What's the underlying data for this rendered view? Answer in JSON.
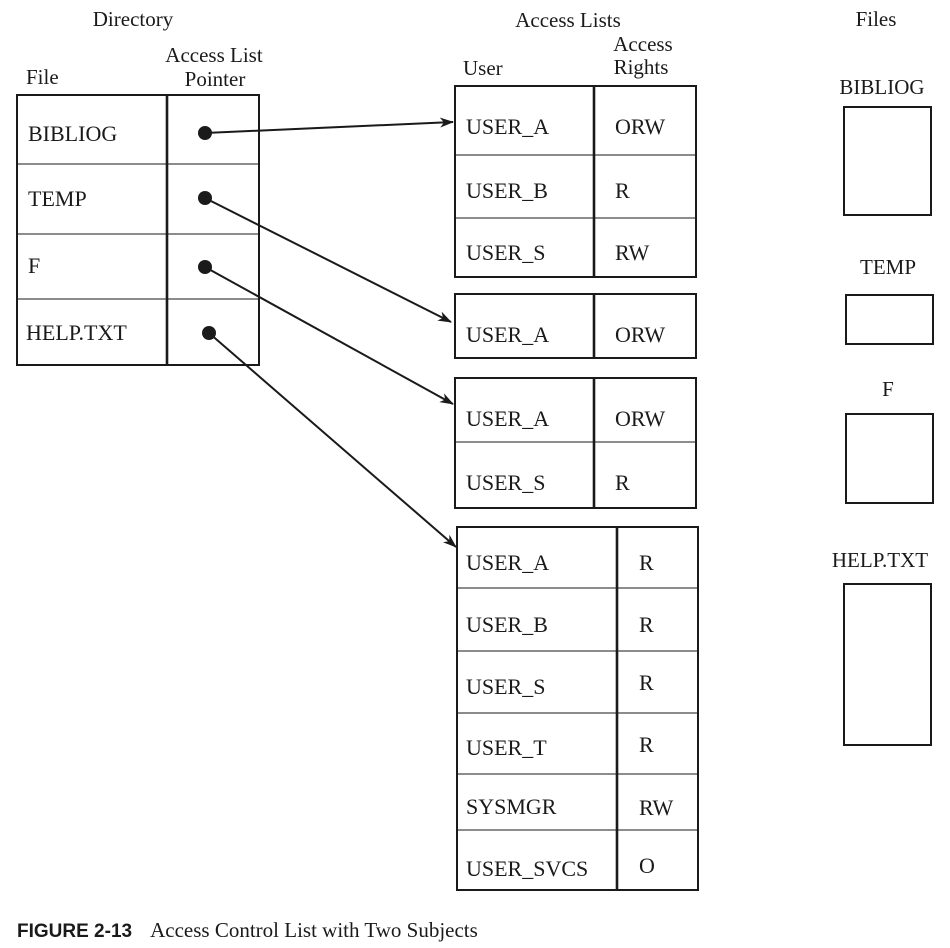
{
  "headers": {
    "directory": "Directory",
    "file": "File",
    "pointer_line1": "Access List",
    "pointer_line2": "Pointer",
    "access_lists": "Access Lists",
    "user": "User",
    "rights_line1": "Access",
    "rights_line2": "Rights",
    "files": "Files"
  },
  "directory": [
    {
      "file": "BIBLIOG"
    },
    {
      "file": "TEMP"
    },
    {
      "file": "F"
    },
    {
      "file": "HELP.TXT"
    }
  ],
  "access_lists": [
    {
      "entries": [
        {
          "user": "USER_A",
          "rights": "ORW"
        },
        {
          "user": "USER_B",
          "rights": "R"
        },
        {
          "user": "USER_S",
          "rights": "RW"
        }
      ]
    },
    {
      "entries": [
        {
          "user": "USER_A",
          "rights": "ORW"
        }
      ]
    },
    {
      "entries": [
        {
          "user": "USER_A",
          "rights": "ORW"
        },
        {
          "user": "USER_S",
          "rights": "R"
        }
      ]
    },
    {
      "entries": [
        {
          "user": "USER_A",
          "rights": "R"
        },
        {
          "user": "USER_B",
          "rights": "R"
        },
        {
          "user": "USER_S",
          "rights": "R"
        },
        {
          "user": "USER_T",
          "rights": "R"
        },
        {
          "user": "SYSMGR",
          "rights": "RW"
        },
        {
          "user": "USER_SVCS",
          "rights": "O"
        }
      ]
    }
  ],
  "files": [
    {
      "name": "BIBLIOG"
    },
    {
      "name": "TEMP"
    },
    {
      "name": "F"
    },
    {
      "name": "HELP.TXT"
    }
  ],
  "caption": {
    "label": "FIGURE 2-13",
    "text": "Access Control List with Two Subjects"
  }
}
